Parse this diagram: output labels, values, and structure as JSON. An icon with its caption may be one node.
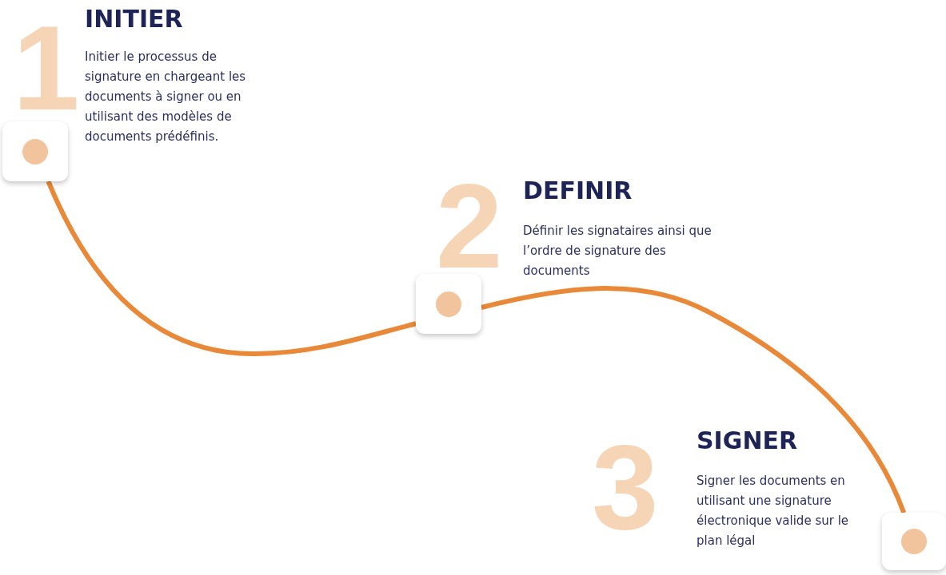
{
  "diagram": {
    "nodes": [
      {
        "text": [],
        "shape": "box",
        "beside": [
          "1",
          "INITIER",
          "Initier le processus de signature en chargeant les documents à signer ou en utilisant des modèles de documents prédéfinis."
        ]
      },
      {
        "text": [],
        "shape": "box",
        "beside": [
          "2",
          "DEFINIR",
          "Définir les signataires ainsi que l’ordre de signature des documents"
        ]
      },
      {
        "text": [],
        "shape": "box",
        "beside": [
          "3",
          "SIGNER",
          "Signer les documents en utilisant une signature électronique valide sur le plan légal"
        ]
      }
    ],
    "edges": [
      {
        "from": 0,
        "to": 1,
        "arrow": "none"
      },
      {
        "from": 1,
        "to": 2,
        "arrow": "none"
      }
    ]
  }
}
